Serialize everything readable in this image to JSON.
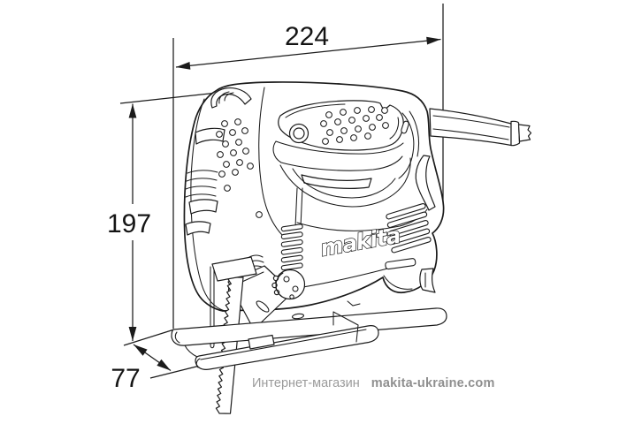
{
  "colors": {
    "background": "#ffffff",
    "line": "#1b1b1b",
    "watermark": "#9b9b9b"
  },
  "drawing": {
    "subject": "jigsaw-side-view-dimension-diagram",
    "brand_logo": "makita",
    "dimensions": {
      "width": "224",
      "height": "197",
      "base": "77"
    }
  },
  "watermark": {
    "store_label": "Интернет-магазин",
    "domain": "makita-ukraine.com"
  }
}
